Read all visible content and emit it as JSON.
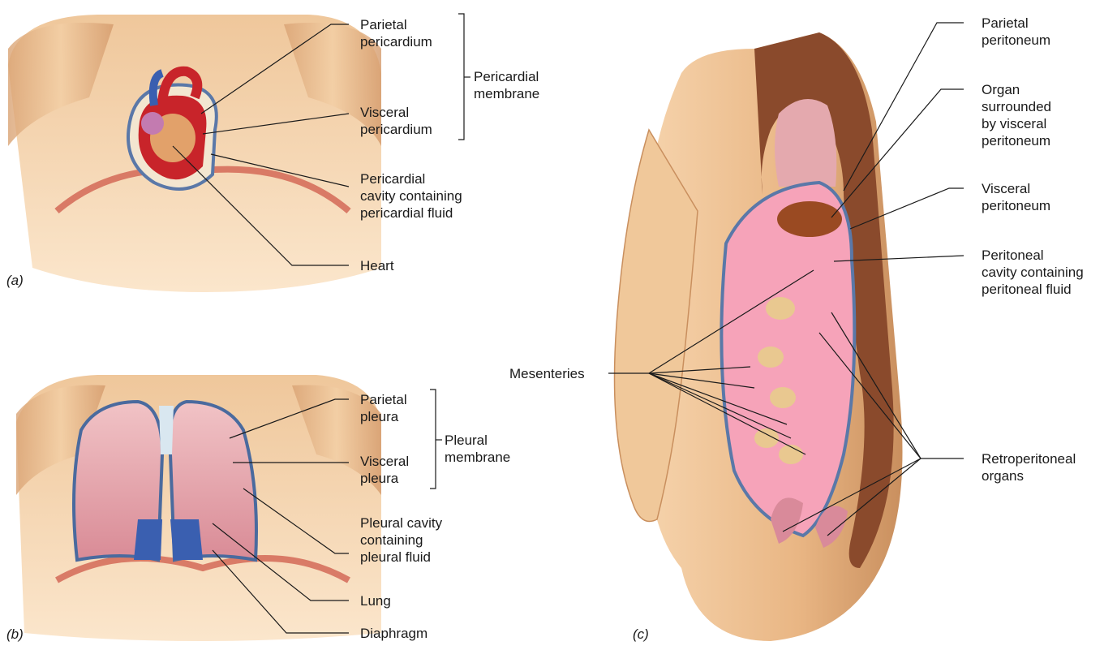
{
  "panels": [
    {
      "letter": "(a)"
    },
    {
      "letter": "(b)"
    },
    {
      "letter": "(c)"
    }
  ],
  "labels": {
    "parietal_pericardium": [
      "Parietal",
      "pericardium"
    ],
    "visceral_pericardium": [
      "Visceral",
      "pericardium"
    ],
    "pericardial_membrane": [
      "Pericardial",
      "membrane"
    ],
    "pericardial_cavity": [
      "Pericardial",
      "cavity containing",
      "pericardial fluid"
    ],
    "heart": [
      "Heart"
    ],
    "parietal_pleura": [
      "Parietal",
      "pleura"
    ],
    "visceral_pleura": [
      "Visceral",
      "pleura"
    ],
    "pleural_membrane": [
      "Pleural",
      "membrane"
    ],
    "pleural_cavity": [
      "Pleural cavity",
      "containing",
      "pleural fluid"
    ],
    "lung": [
      "Lung"
    ],
    "diaphragm": [
      "Diaphragm"
    ],
    "parietal_peritoneum": [
      "Parietal",
      "peritoneum"
    ],
    "organ_visceral": [
      "Organ",
      "surrounded",
      "by visceral",
      "peritoneum"
    ],
    "visceral_peritoneum": [
      "Visceral",
      "peritoneum"
    ],
    "peritoneal_cavity": [
      "Peritoneal",
      "cavity containing",
      "peritoneal fluid"
    ],
    "mesenteries": [
      "Mesenteries"
    ],
    "retroperitoneal": [
      "Retroperitoneal",
      "organs"
    ]
  },
  "colors": {
    "skin": "#e8b888",
    "skin_shadow": "#c98e5c",
    "heart_red": "#c8242a",
    "vessel_blue": "#3a5fb0",
    "lung_pink": "#e7a6b0",
    "membrane_blue": "#5a78a8",
    "peritoneum_pink": "#f07a9a",
    "cavity_brown": "#7a3a22",
    "leader_line": "#1a1a1a"
  }
}
